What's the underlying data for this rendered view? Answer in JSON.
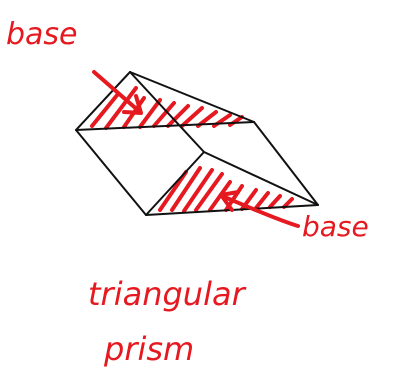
{
  "labels": {
    "base_top": "base",
    "base_right": "base",
    "title_line1": "triangular",
    "title_line2": "prism"
  },
  "colors": {
    "ink": "#111111",
    "annotation": "#e5191f",
    "background": "#ffffff"
  }
}
